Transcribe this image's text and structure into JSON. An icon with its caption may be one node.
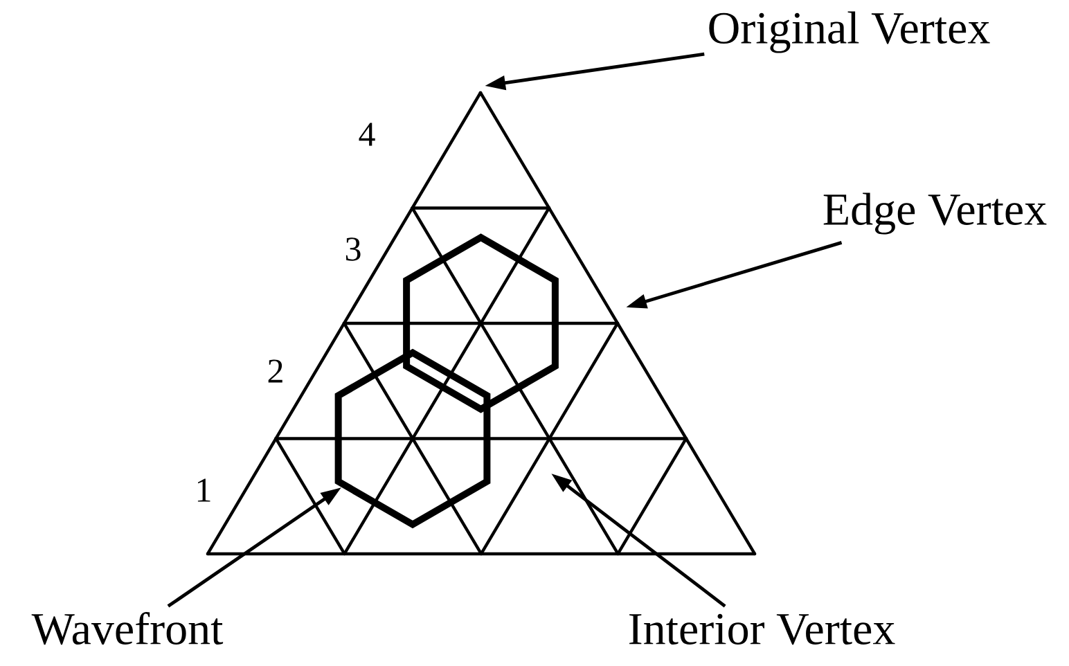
{
  "diagram": {
    "nodes": [
      {
        "text": [
          "Original Vertex"
        ]
      },
      {
        "text": [
          "Edge Vertex"
        ]
      },
      {
        "text": [
          "Wavefront"
        ]
      },
      {
        "text": [
          "Interior Vertex"
        ]
      },
      {
        "text": [],
        "shape": "hexagon"
      },
      {
        "text": [],
        "shape": "hexagon"
      }
    ],
    "edges": [
      {
        "from": 0,
        "to": null,
        "arrow": "to"
      },
      {
        "from": 1,
        "to": null,
        "arrow": "to"
      },
      {
        "from": 2,
        "to": 4,
        "arrow": "to"
      },
      {
        "from": 3,
        "to": null,
        "arrow": "to"
      }
    ],
    "labels": [
      "4",
      "3",
      "2",
      "1"
    ]
  }
}
